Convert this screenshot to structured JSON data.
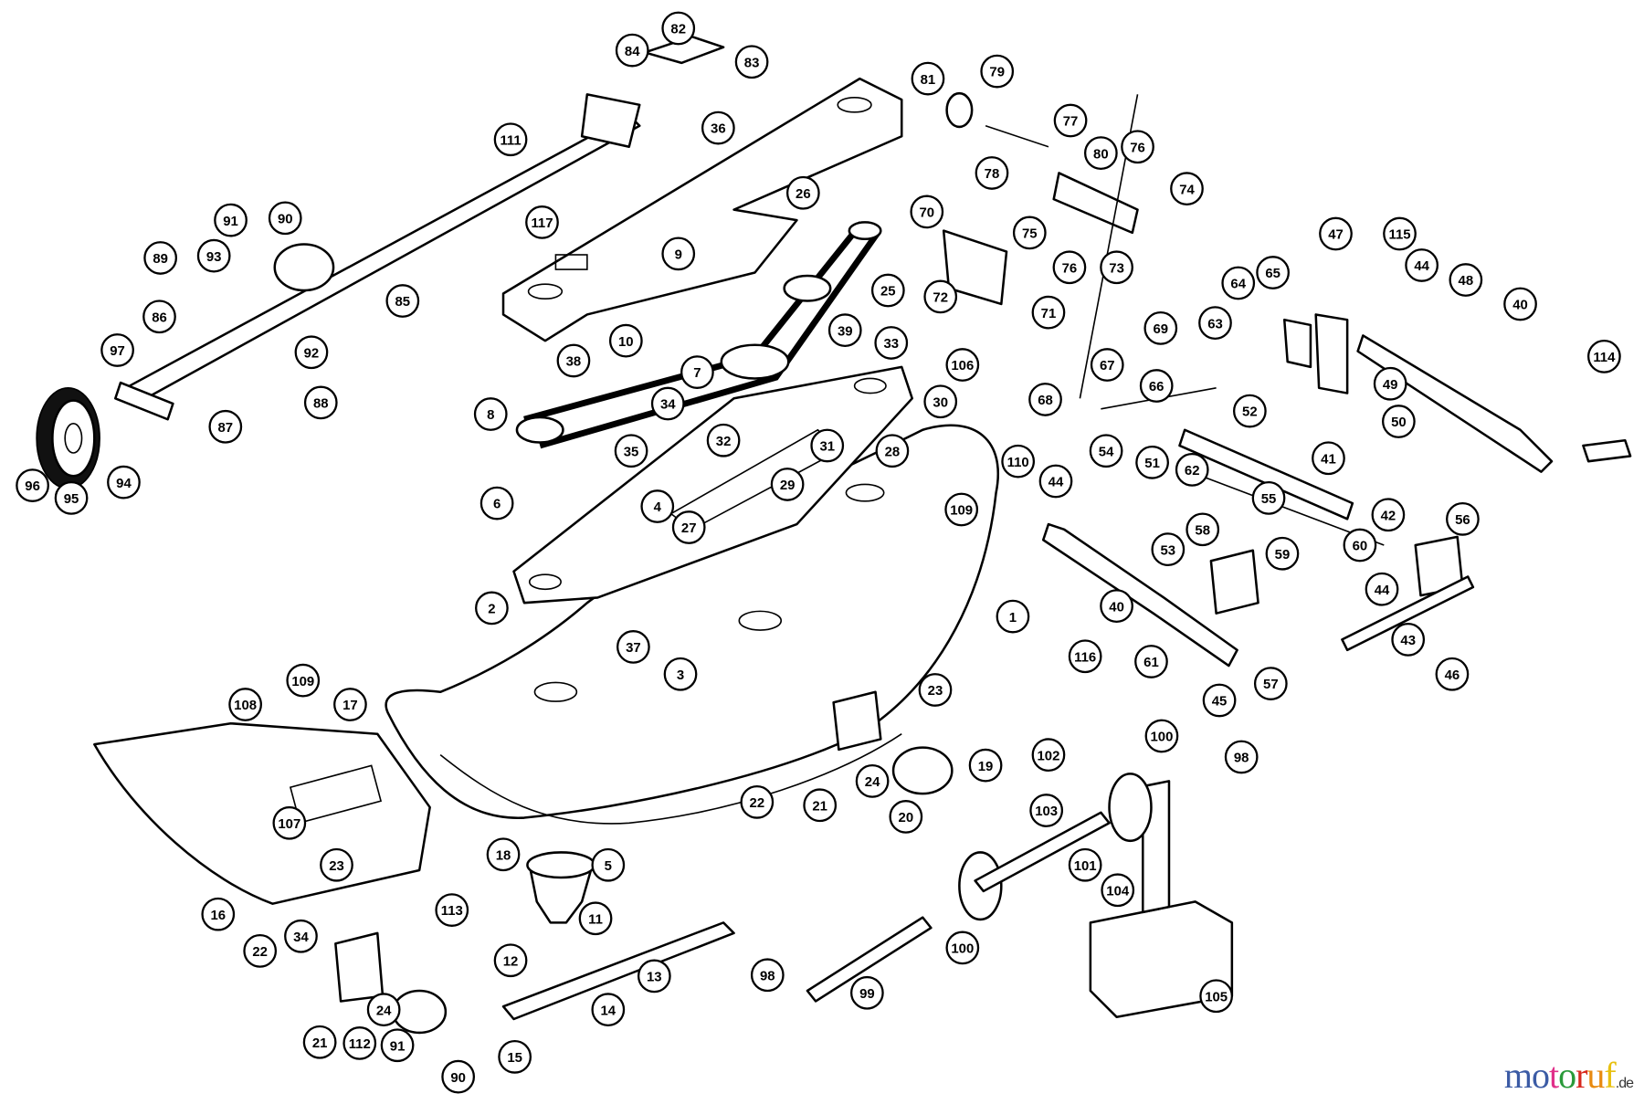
{
  "callouts": [
    "82",
    "83",
    "84",
    "111",
    "36",
    "81",
    "79",
    "77",
    "78",
    "80",
    "76",
    "74",
    "75",
    "76",
    "73",
    "70",
    "72",
    "71",
    "106",
    "26",
    "25",
    "9",
    "117",
    "91",
    "90",
    "89",
    "93",
    "86",
    "85",
    "92",
    "97",
    "88",
    "87",
    "94",
    "95",
    "96",
    "10",
    "39",
    "33",
    "38",
    "7",
    "8",
    "34",
    "30",
    "35",
    "32",
    "31",
    "28",
    "29",
    "4",
    "27",
    "6",
    "110",
    "109",
    "2",
    "37",
    "3",
    "1",
    "47",
    "115",
    "44",
    "48",
    "40",
    "64",
    "65",
    "69",
    "63",
    "52",
    "49",
    "50",
    "114",
    "67",
    "66",
    "68",
    "41",
    "62",
    "54",
    "51",
    "44",
    "55",
    "42",
    "56",
    "58",
    "53",
    "59",
    "60",
    "44",
    "40",
    "116",
    "61",
    "57",
    "45",
    "43",
    "46",
    "23",
    "19",
    "24",
    "20",
    "22",
    "21",
    "102",
    "100",
    "98",
    "103",
    "101",
    "104",
    "109",
    "108",
    "17",
    "107",
    "18",
    "5",
    "23",
    "16",
    "34",
    "113",
    "11",
    "22",
    "12",
    "13",
    "100",
    "105",
    "98",
    "99",
    "24",
    "14",
    "21",
    "112",
    "91",
    "90",
    "15"
  ],
  "watermark": {
    "letters": [
      "m",
      "o",
      "t",
      "o",
      "r",
      "u",
      "f"
    ],
    "tld": ".de",
    "colors": [
      "#3b5ba5",
      "#3b5ba5",
      "#e0308a",
      "#2a9a3a",
      "#d8281e",
      "#e88a10",
      "#e8c010"
    ]
  }
}
